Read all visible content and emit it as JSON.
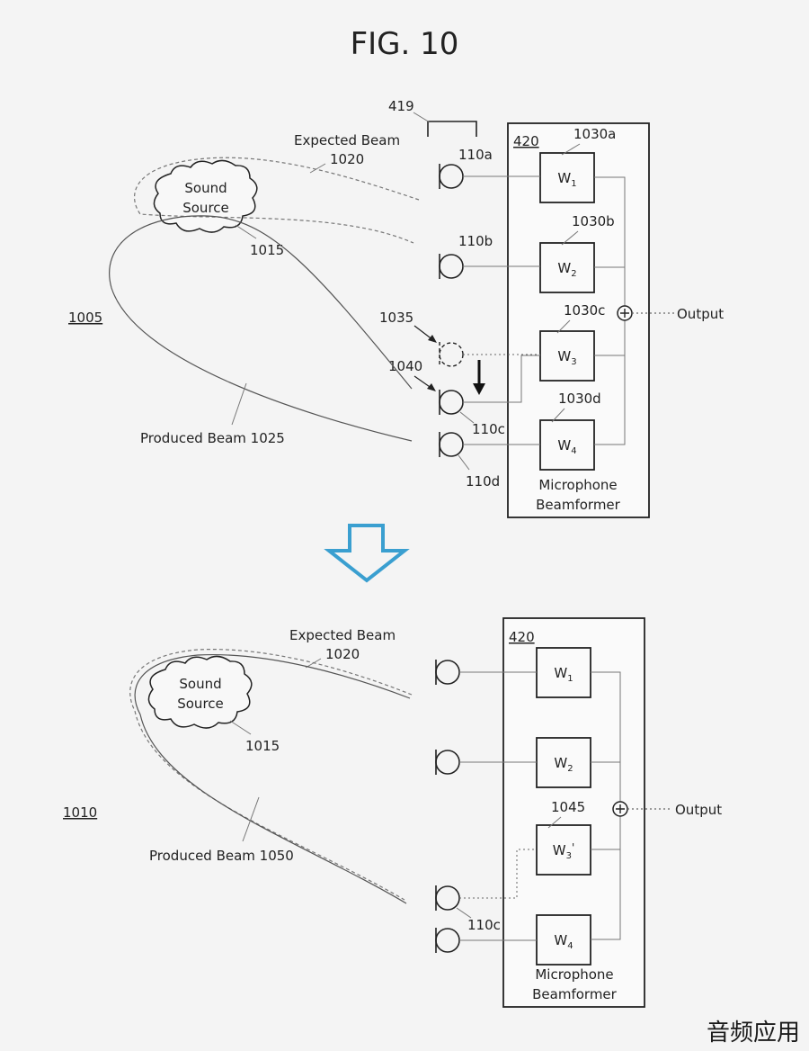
{
  "figure_title": "FIG. 10",
  "top": {
    "ref": "1005",
    "array_ref": "419",
    "beamformer_ref": "420",
    "expected_beam": [
      "Expected Beam",
      "1020"
    ],
    "sound_source": [
      "Sound",
      "Source"
    ],
    "sound_source_ref": "1015",
    "produced_beam": "Produced Beam 1025",
    "mics": [
      "110a",
      "110b",
      "110c",
      "110d"
    ],
    "dashed_mic_ref": "1035",
    "moved_mic_ref": "1040",
    "weight_refs": [
      "1030a",
      "1030b",
      "1030c",
      "1030d"
    ],
    "weights": [
      "W1",
      "W2",
      "W3",
      "W4"
    ],
    "output": "Output",
    "beamformer_label": [
      "Microphone",
      "Beamformer"
    ]
  },
  "bottom": {
    "ref": "1010",
    "beamformer_ref": "420",
    "expected_beam": [
      "Expected Beam",
      "1020"
    ],
    "sound_source": [
      "Sound",
      "Source"
    ],
    "sound_source_ref": "1015",
    "produced_beam": "Produced Beam 1050",
    "mic_ref": "110c",
    "weight_ref": "1045",
    "weights": [
      "W1",
      "W2",
      "W3'",
      "W4"
    ],
    "output": "Output",
    "beamformer_label": [
      "Microphone",
      "Beamformer"
    ]
  },
  "watermark": "音频应用",
  "colors": {
    "arrow": "#3a9fd0",
    "ink": "#222222"
  }
}
